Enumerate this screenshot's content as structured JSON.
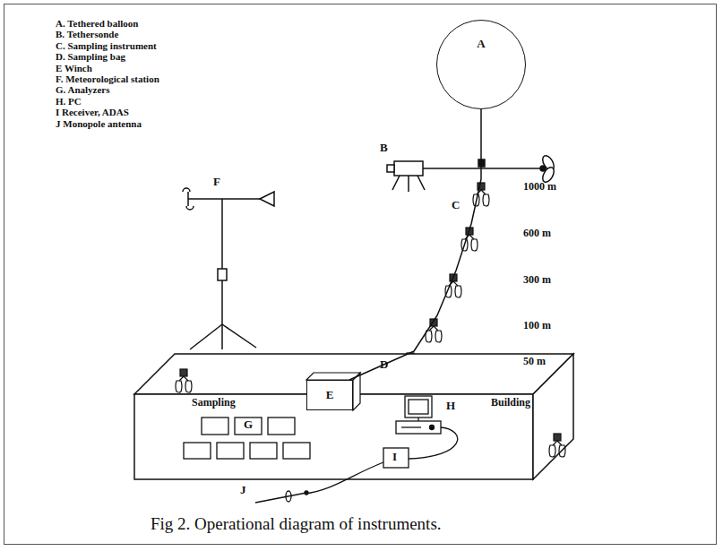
{
  "diagram": {
    "caption": "Fig 2. Operational diagram of instruments.",
    "nodes": [
      {
        "text": [
          "A"
        ]
      },
      {
        "text": [
          "E"
        ]
      }
    ],
    "edges": [
      {
        "from": 0,
        "to": 1,
        "arrow": "none"
      }
    ],
    "labels": [
      "A. Tethered balloon",
      "B. Tethersonde",
      "C. Sampling instrument",
      "D. Sampling bag",
      "E Winch",
      "F. Meteorological station",
      "G. Analyzers",
      "H. PC",
      "I Receiver, ADAS",
      "J Monopole antenna",
      "B",
      "1000 m",
      "C",
      "600 m",
      "300 m",
      "100 m",
      "D",
      "50 m",
      "F",
      "Sampling",
      "Building",
      "G",
      "H",
      "I",
      "J"
    ]
  }
}
